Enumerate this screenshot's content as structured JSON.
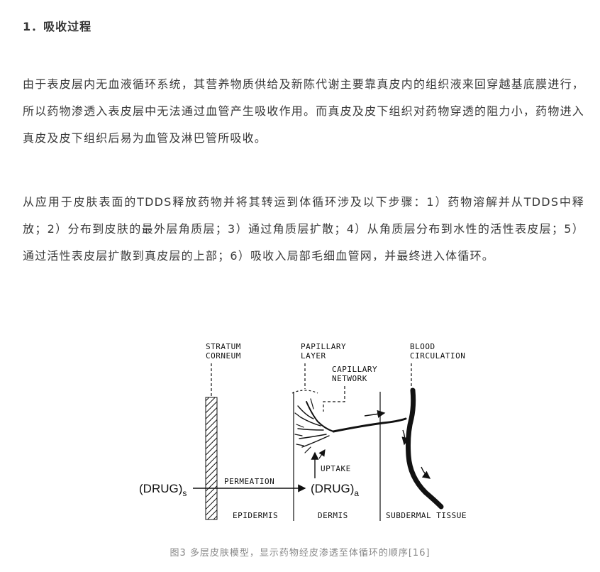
{
  "heading": "1．吸收过程",
  "paragraphs": [
    "由于表皮层内无血液循环系统，其营养物质供给及新陈代谢主要靠真皮内的组织液来回穿越基底膜进行，所以药物渗透入表皮层中无法通过血管产生吸收作用。而真皮及皮下组织对药物穿透的阻力小，药物进入真皮及皮下组织后易为血管及淋巴管所吸收。",
    "从应用于皮肤表面的TDDS释放药物并将其转运到体循环涉及以下步骤：1）药物溶解并从TDDS中释放；2）分布到皮肤的最外层角质层；3）通过角质层扩散；4）从角质层分布到水性的活性表皮层；5）通过活性表皮层扩散到真皮层的上部；6）吸收入局部毛细血管网，并最终进入体循环。"
  ],
  "figure": {
    "labels": {
      "stratum_1": "STRATUM",
      "stratum_2": "CORNEUM",
      "papillary_1": "PAPILLARY",
      "papillary_2": "LAYER",
      "capillary_1": "CAPILLARY",
      "capillary_2": "NETWORK",
      "blood_1": "BLOOD",
      "blood_2": "CIRCULATION",
      "uptake": "UPTAKE",
      "permeation": "PERMEATION",
      "drug_s": "(DRUG)",
      "drug_s_sub": "s",
      "drug_a": "(DRUG)",
      "drug_a_sub": "a",
      "epidermis": "EPIDERMIS",
      "dermis": "DERMIS",
      "subdermal": "SUBDERMAL TISSUE"
    }
  },
  "caption": "图3 多层皮肤模型，显示药物经皮渗透至体循环的顺序[16]"
}
